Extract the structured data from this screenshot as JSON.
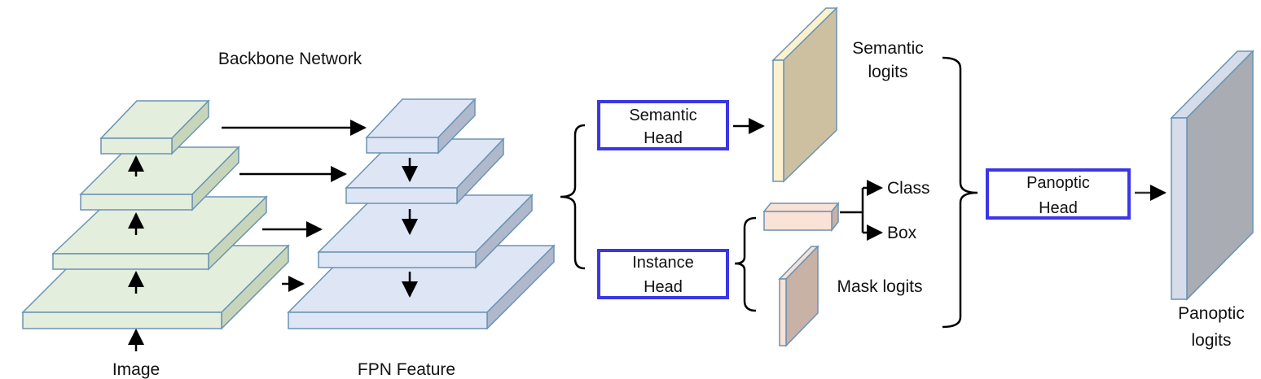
{
  "labels": {
    "backbone": "Backbone Network",
    "image": "Image",
    "fpn": "FPN Feature",
    "semantic_head_line1": "Semantic",
    "semantic_head_line2": "Head",
    "instance_head_line1": "Instance",
    "instance_head_line2": "Head",
    "semantic_logits_line1": "Semantic",
    "semantic_logits_line2": "logits",
    "class": "Class",
    "box": "Box",
    "mask_logits": "Mask logits",
    "panoptic_head_line1": "Panoptic",
    "panoptic_head_line2": "Head",
    "panoptic_logits_line1": "Panoptic",
    "panoptic_logits_line2": "logits"
  },
  "colors": {
    "backbone_fill": "#e4eedc",
    "backbone_side": "#c7d6bb",
    "backbone_stroke": "#6a93b4",
    "fpn_fill": "#dee5f5",
    "fpn_side": "#b0b8cc",
    "head_box_stroke": "#3b36e6",
    "semantic_logits_face": "#fbf1cf",
    "semantic_logits_side": "#cdc0a0",
    "class_box_face": "#f9e2d6",
    "mask_logits_face": "#f8e1d5",
    "mask_logits_side": "#c8b1a5",
    "panoptic_logits_face": "#d6dcea",
    "panoptic_logits_side": "#a9acb3"
  }
}
